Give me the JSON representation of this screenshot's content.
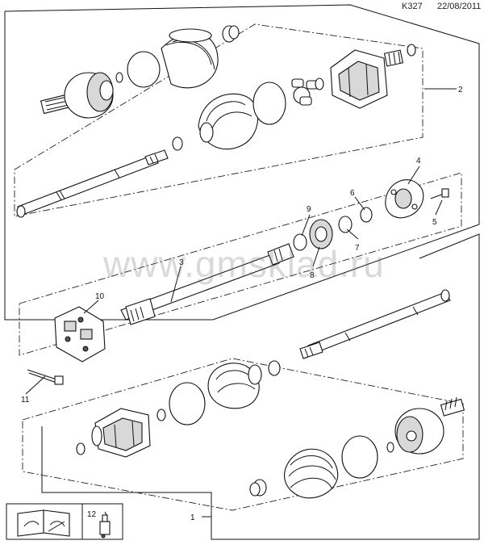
{
  "header": {
    "code": "K327",
    "date": "22/08/2011"
  },
  "watermark": "www.gmsklad.ru",
  "callouts": [
    "1",
    "2",
    "3",
    "4",
    "5",
    "6",
    "7",
    "8",
    "9",
    "10",
    "11",
    "12"
  ],
  "icons": {
    "book": "repair-manual-book-icon",
    "bottle": "lubricant-bottle-icon"
  }
}
